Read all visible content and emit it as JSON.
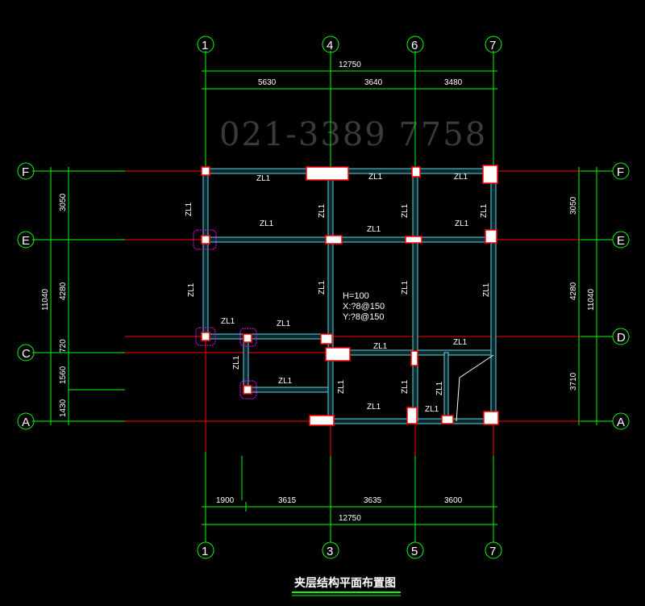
{
  "watermark": "021-3389 7758",
  "title": "夹层结构平面布置图",
  "top_axes": [
    "1",
    "4",
    "6",
    "7"
  ],
  "bottom_axes": [
    "1",
    "3",
    "5",
    "7"
  ],
  "left_axes": [
    "F",
    "E",
    "C",
    "A"
  ],
  "right_axes": [
    "F",
    "E",
    "D",
    "A"
  ],
  "top_dims": {
    "total": "12750",
    "segments": [
      "5630",
      "3640",
      "3480"
    ]
  },
  "bottom_dims": {
    "total": "12750",
    "segments": [
      "1900",
      "3615",
      "3635",
      "3600"
    ]
  },
  "left_dims": {
    "total": "11040",
    "segments": [
      "3050",
      "4280",
      "720",
      "1560",
      "1430"
    ]
  },
  "right_dims": {
    "total": "11040",
    "segments": [
      "3050",
      "4280",
      "3710"
    ]
  },
  "beam_label": "ZL1",
  "slab_note": {
    "h": "H=100",
    "x": "X:?8@150",
    "y": "Y:?8@150"
  },
  "colors": {
    "grid": "#00ff00",
    "axis": "#ff0000",
    "beam": "#5fd3e0",
    "marker": "#ff00ff"
  }
}
